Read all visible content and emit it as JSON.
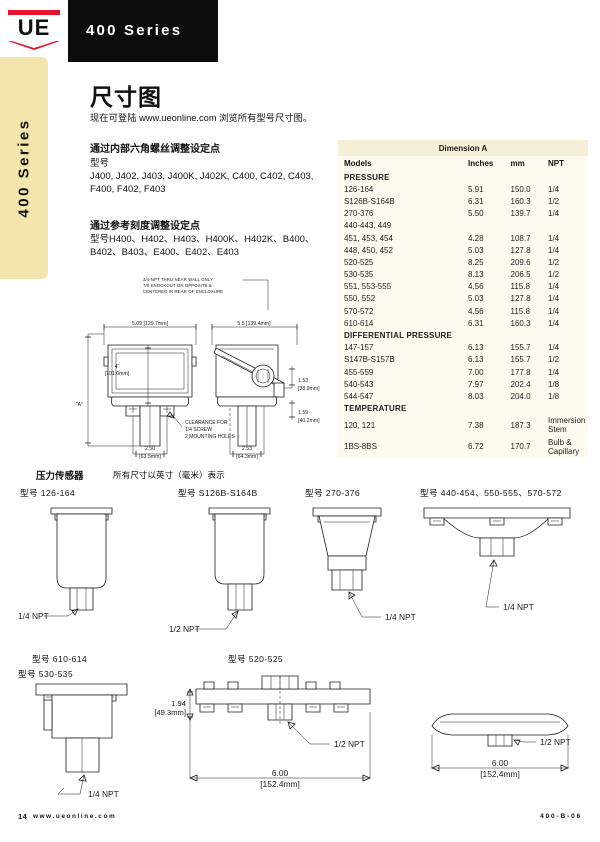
{
  "header": {
    "logo_text": "UE",
    "series_banner": "400 Series",
    "side_tab": "400 Series"
  },
  "intro": {
    "title": "尺寸图",
    "subtitle": "现在可登陆 www.ueonline.com 浏览所有型号尺寸图。",
    "section1_heading": "通过内部六角螺丝调整设定点",
    "section1_label": "型号",
    "section1_models": "J400, J402, J403, J400K, J402K, C400, C402, C403, F400, F402, F403",
    "section2_heading": "通过参考刻度调整设定点",
    "section2_models": "型号H400、H402、H403、H400K、H402K、B400、B402、B403、E400、E402、E403"
  },
  "table": {
    "group_header": "Dimension A",
    "columns": [
      "Models",
      "Inches",
      "mm",
      "NPT"
    ],
    "rows": [
      {
        "model": "PRESSURE",
        "inches": "",
        "mm": "",
        "npt": "",
        "category": true
      },
      {
        "model": "126-164",
        "inches": "5.91",
        "mm": "150.0",
        "npt": "1/4",
        "category": false
      },
      {
        "model": "S126B-S164B",
        "inches": "6.31",
        "mm": "160.3",
        "npt": "1/2",
        "category": false
      },
      {
        "model": "270-376",
        "inches": "5.50",
        "mm": "139.7",
        "npt": "1/4",
        "category": false
      },
      {
        "model": "440-443, 449",
        "inches": "",
        "mm": "",
        "npt": "",
        "category": false
      },
      {
        "model": "451, 453, 454",
        "inches": "4.28",
        "mm": "108.7",
        "npt": "1/4",
        "category": false
      },
      {
        "model": "448, 450, 452",
        "inches": "5.03",
        "mm": "127.8",
        "npt": "1/4",
        "category": false
      },
      {
        "model": "520-525",
        "inches": "8.25",
        "mm": "209.6",
        "npt": "1/2",
        "category": false
      },
      {
        "model": "530-535",
        "inches": "8.13",
        "mm": "206.5",
        "npt": "1/2",
        "category": false
      },
      {
        "model": "551, 553-555",
        "inches": "4.56",
        "mm": "115.8",
        "npt": "1/4",
        "category": false
      },
      {
        "model": "550, 552",
        "inches": "5.03",
        "mm": "127.8",
        "npt": "1/4",
        "category": false
      },
      {
        "model": "570-572",
        "inches": "4.56",
        "mm": "115.8",
        "npt": "1/4",
        "category": false
      },
      {
        "model": "610-614",
        "inches": "6.31",
        "mm": "160.3",
        "npt": "1/4",
        "category": false
      },
      {
        "model": "DIFFERENTIAL PRESSURE",
        "inches": "",
        "mm": "",
        "npt": "",
        "category": true
      },
      {
        "model": "147-157",
        "inches": "6.13",
        "mm": "155.7",
        "npt": "1/4",
        "category": false
      },
      {
        "model": "S147B-S157B",
        "inches": "6.13",
        "mm": "155.7",
        "npt": "1/2",
        "category": false
      },
      {
        "model": "455-559",
        "inches": "7.00",
        "mm": "177.8",
        "npt": "1/4",
        "category": false
      },
      {
        "model": "540-543",
        "inches": "7.97",
        "mm": "202.4",
        "npt": "1/8",
        "category": false
      },
      {
        "model": "544-547",
        "inches": "8.03",
        "mm": "204.0",
        "npt": "1/8",
        "category": false
      },
      {
        "model": "TEMPERATURE",
        "inches": "",
        "mm": "",
        "npt": "",
        "category": true
      },
      {
        "model": "120, 121",
        "inches": "7.38",
        "mm": "187.3",
        "npt": "Immersion Stem",
        "category": false
      },
      {
        "model": "1BS-8BS",
        "inches": "6.72",
        "mm": "170.7",
        "npt": "Bulb & Capillary",
        "category": false
      }
    ]
  },
  "enclosure_drawing": {
    "note": "3/4-NPT THRU NEAR WALL ONLY\n7/8 KNOCKOUT ON OPPOSITE &\nCENTERED IN REAR OF ENCLOSURE",
    "front_width": "5.09 [129.7mm]",
    "front_height": "4\"\n[101.6mm]",
    "dim_a_label": "\"A\"",
    "front_bottom": "2.50\n[63.5mm]",
    "clearance_note": "CLEARANCE FOR\n1/4 SCREW\n2 MOUNTING HOLES",
    "side_width": "5.5 [139.4mm]",
    "side_right_1": "1.53\n[38.9mm]",
    "side_right_2": "1.59\n[40.2mm]",
    "side_bottom": "2.53\n[64.3mm]"
  },
  "sensors": {
    "heading": "压力传感器",
    "units_note": "所有尺寸以英寸（毫米）表示",
    "row1": [
      {
        "model": "型号 126-164",
        "npt": "1/4 NPT"
      },
      {
        "model": "型号 S126B-S164B",
        "npt": "1/2 NPT"
      },
      {
        "model": "型号 270-376",
        "npt": "1/4 NPT"
      },
      {
        "model": "型号 440-454、550-555、570-572",
        "npt": "1/4 NPT"
      }
    ],
    "row2": [
      {
        "model": "型号 610-614",
        "model2": "型号 530-535",
        "npt": "1/4 NPT"
      },
      {
        "model": "型号 520-525",
        "npt": "1/2 NPT",
        "height_dim": "1.94\n[49.3mm]",
        "width_dim": "6.00\n[152.4mm]"
      },
      {
        "npt": "1/2 NPT",
        "width_dim": "6.00\n[152.4mm]"
      }
    ]
  },
  "footer": {
    "page": "14",
    "url": "www.ueonline.com",
    "doc_code": "400-B-06"
  },
  "colors": {
    "accent_red": "#e8112d",
    "tab_cream": "#f2e6ac",
    "table_bg": "#fdfbf0",
    "table_header_bg": "#f6efd7",
    "banner_black": "#0c0c0c"
  }
}
